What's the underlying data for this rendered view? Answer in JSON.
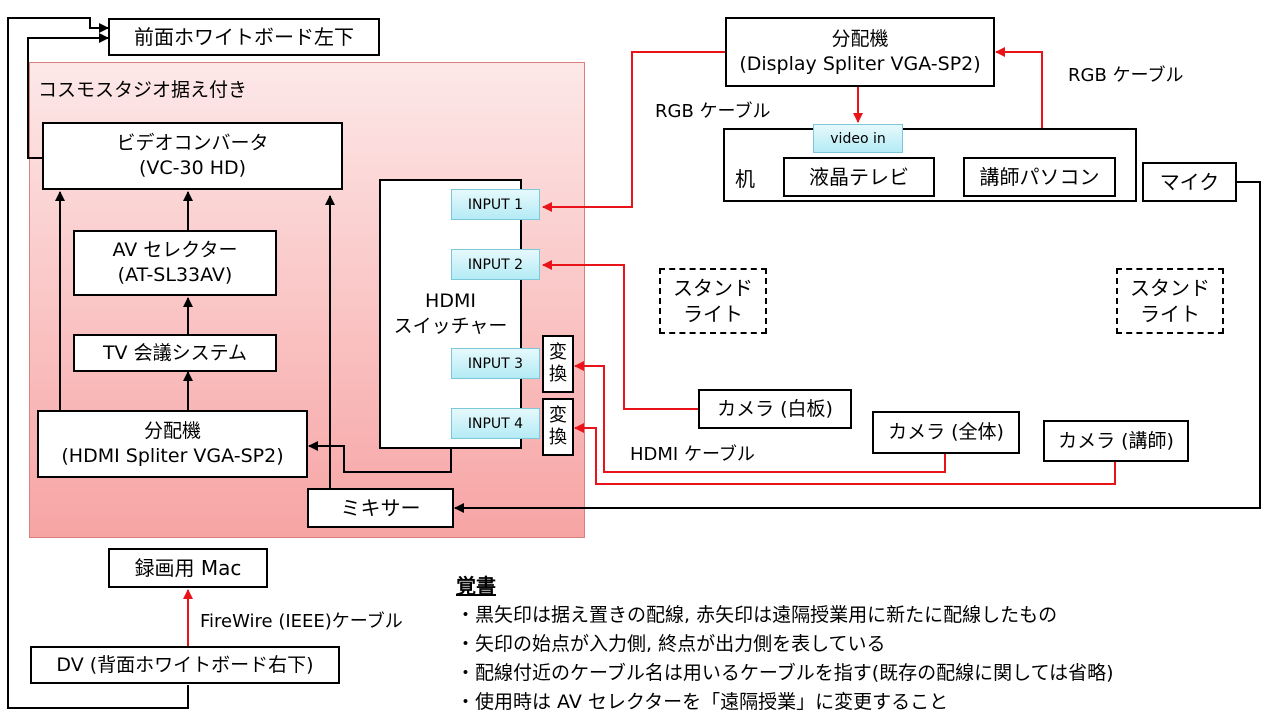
{
  "region_title": "コスモスタジオ据え付き",
  "boxes": {
    "whiteboard_front": "前面ホワイトボード左下",
    "video_converter": {
      "name": "ビデオコンバータ",
      "model": "(VC-30 HD)"
    },
    "av_selector": {
      "name": "AV セレクター",
      "model": "(AT-SL33AV)"
    },
    "tv_conference": "TV 会議システム",
    "hdmi_splitter": {
      "name": "分配機",
      "model": "(HDMI Spliter VGA-SP2)"
    },
    "hdmi_switcher": {
      "line1": "HDMI",
      "line2": "スイッチャー"
    },
    "mixer": "ミキサー",
    "recording_mac": "録画用 Mac",
    "dv": "DV (背面ホワイトボード右下)",
    "display_splitter": {
      "name": "分配機",
      "model": "(Display Spliter VGA-SP2)"
    },
    "desk": "机",
    "lcd_tv": "液晶テレビ",
    "video_in": "video in",
    "lecturer_pc": "講師パソコン",
    "mic": "マイク",
    "stand_light_1": {
      "line1": "スタンド",
      "line2": "ライト"
    },
    "stand_light_2": {
      "line1": "スタンド",
      "line2": "ライト"
    },
    "camera_board": "カメラ (白板)",
    "camera_all": "カメラ (全体)",
    "camera_lecturer": "カメラ (講師)"
  },
  "ports": [
    "INPUT 1",
    "INPUT 2",
    "INPUT 3",
    "INPUT 4"
  ],
  "converters": {
    "line1": "変",
    "line2": "換"
  },
  "cable_labels": {
    "rgb_left": "RGB ケーブル",
    "rgb_right": "RGB ケーブル",
    "hdmi": "HDMI ケーブル",
    "firewire": "FireWire (IEEE)ケーブル"
  },
  "memo": {
    "title": "覚書",
    "items": [
      "・黒矢印は据え置きの配線, 赤矢印は遠隔授業用に新たに配線したもの",
      "・矢印の始点が入力側, 終点が出力側を表している",
      "・配線付近のケーブル名は用いるケーブルを指す(既存の配線に関しては省略)",
      "・使用時は AV セレクターを「遠隔授業」に変更すること"
    ]
  },
  "colors": {
    "black_wire": "#000000",
    "red_wire": "#e8141a",
    "region_top": "#fde8e8",
    "region_bottom": "#f7a4a4"
  }
}
